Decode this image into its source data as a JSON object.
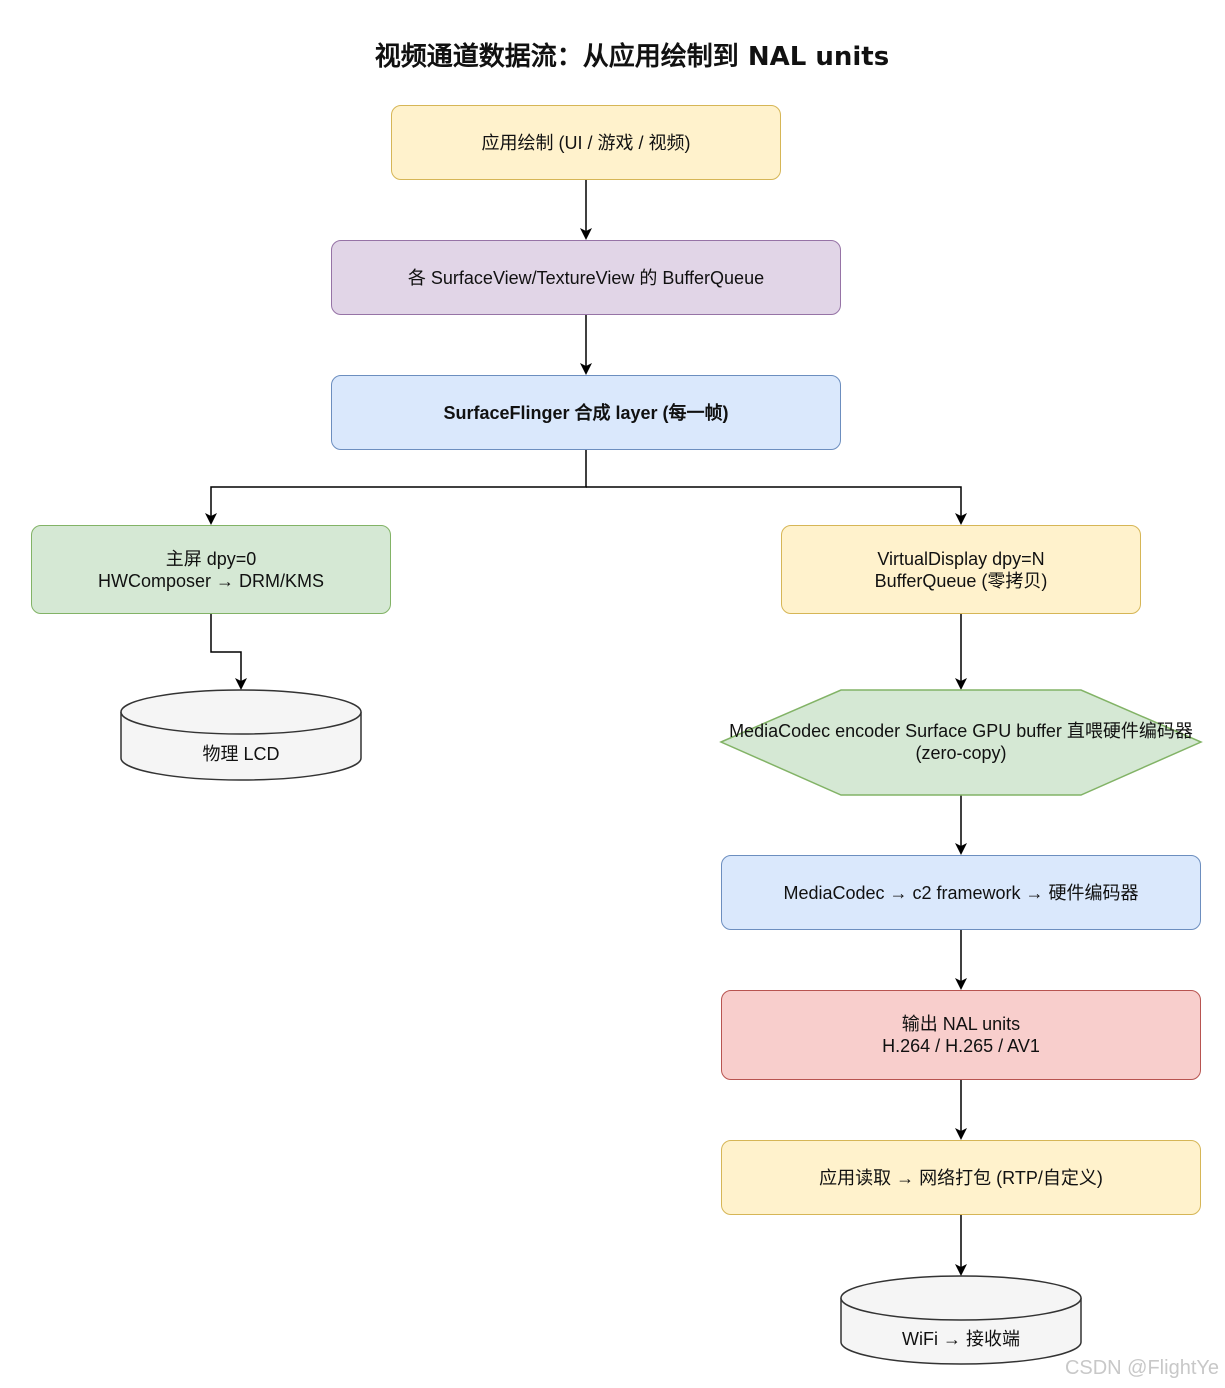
{
  "title": "视频通道数据流：从应用绘制到 NAL units",
  "nodes": {
    "app_draw": "应用绘制 (UI / 游戏 / 视频)",
    "buffer_queue": "各 SurfaceView/TextureView 的 BufferQueue",
    "surfaceflinger": "SurfaceFlinger 合成 layer (每一帧)",
    "main_screen": {
      "line1": "主屏 dpy=0",
      "line2": "HWComposer → DRM/KMS"
    },
    "lcd": "物理 LCD",
    "virtual_display": {
      "line1": "VirtualDisplay dpy=N",
      "line2": "BufferQueue (零拷贝)"
    },
    "encoder_surface": {
      "line1": "MediaCodec encoder Surface",
      "line2": "GPU buffer 直喂硬件编码器 (zero-copy)"
    },
    "mediacodec": "MediaCodec → c2 framework → 硬件编码器",
    "nal_units": {
      "line1": "输出 NAL units",
      "line2": "H.264 / H.265 / AV1"
    },
    "network": "应用读取 → 网络打包 (RTP/自定义)",
    "wifi": "WiFi → 接收端"
  },
  "colors": {
    "yellow_fill": "#fff2cc",
    "yellow_stroke": "#d6b656",
    "purple_fill": "#e1d5e7",
    "purple_stroke": "#9673a6",
    "blue_fill": "#dae8fc",
    "blue_stroke": "#6c8ebf",
    "green_fill": "#d5e8d4",
    "green_stroke": "#82b366",
    "red_fill": "#f8cecc",
    "red_stroke": "#b85450",
    "cylinder_fill": "#f5f5f5",
    "cylinder_stroke": "#333333"
  },
  "watermark": "CSDN @FlightYe"
}
